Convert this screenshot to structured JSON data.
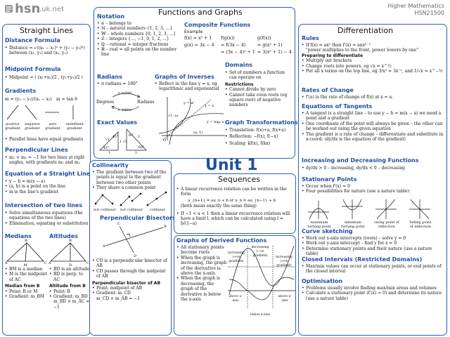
{
  "header": {
    "logo_text": "hsn",
    "logo_domain": ".uk.net",
    "title": "Higher Mathematics",
    "code": "HSN21500",
    "unit_label": "Unit 1"
  },
  "straight_lines": {
    "title": "Straight Lines",
    "distance_title": "Distance Formula",
    "distance_text": "Distance = √((x₂ − x₁)² + (y₂ − y₁)²)",
    "distance_sub": "between (x₁, y₁) and (x₂, y₂)",
    "midpoint_title": "Midpoint Formula",
    "midpoint_text": "Midpoint = ( (x₁+x₂)/2 , (y₁+y₂)/2 )",
    "gradients_title": "Gradients",
    "gradient_formula": "m = (y₂ − y₁)/(x₂ − x₁)",
    "gradient_tan": "m = tan θ",
    "gradient_types": [
      "positive gradient",
      "negative gradient",
      "zero gradient",
      "undefined gradient"
    ],
    "parallel": "Parallel lines have equal gradients",
    "perp_title": "Perpendicular Lines",
    "perp_text": "m₁ × m₂ = −1 for two lines at right angles, with gradients m₁ and m₂",
    "eq_title": "Equation of a Straight Line",
    "eq_items": [
      "y − b = m(x − a)",
      "(a, b) is a point on the line",
      "m is the line's gradient"
    ],
    "int_title": "Intersection of two lines",
    "int_items": [
      "Solve simultaneous equations (the equations of the two lines)",
      "Elimination, equating or substitution"
    ],
    "medians_title": "Medians",
    "altitudes_title": "Altitudes",
    "medians_items": [
      "BM is a median",
      "M is the midpoint of AC"
    ],
    "altitudes_items": [
      "BD is an altitude",
      "BD is perp. to AC"
    ],
    "median_from_b": "Median from B",
    "median_from_b_items": [
      "Point: B or M",
      "Gradient: m_BM"
    ],
    "altitude_from_b": "Altitude from B",
    "altitude_from_b_items": [
      "Point: B",
      "Gradient: m_BD",
      "m_BD × m_AC = −1"
    ]
  },
  "notation": {
    "title": "Notation",
    "items": [
      "∈ – belongs to",
      "ℕ – natural numbers {1, 2, 3, ...}",
      "𝕎 – whole numbers {0, 1, 2, 3, ...}",
      "ℤ – integers {..., −1, 0, 1, 2, ...}",
      "ℚ – rational = integer fractions",
      "ℝ – real = all points on the number line"
    ]
  },
  "functions_graphs": {
    "title": "Functions and Graphs",
    "composite_title": "Composite Functions",
    "example_label": "Example",
    "composite_rows": [
      [
        "f(x) = x² + 1",
        "f(g(x))",
        "g(f(x))"
      ],
      [
        "g(x) = 3x − 4",
        "= f(3x − 4)",
        "= g(x² + 1)"
      ],
      [
        "",
        "= (3x − 4)² + 1",
        "= 3(x² + 1) − 4"
      ]
    ],
    "domains_title": "Domains",
    "domains_items": [
      "Set of numbers a function can operate on"
    ],
    "restrictions_label": "Restrictions",
    "restrictions_items": [
      "Cannot divide by zero",
      "Cannot take even roots (eg square root) of negative numbers"
    ],
    "radians_title": "Radians",
    "radians_text": "π radians = 180°",
    "degrees_label": "Degrees",
    "radians_label": "Radians",
    "radians_mult": "× π/180",
    "radians_div": "× 180/π",
    "inverse_title": "Graphs of Inverses",
    "inverse_text": "Reflect in the line y = x, eg logarithmic and exponential",
    "inverse_labels": [
      "y = aˣ",
      "y = x",
      "y = logₐ x",
      "(1, a)",
      "(a, 1)"
    ],
    "exact_title": "Exact Values",
    "exact_labels": [
      "45°",
      "45°",
      "30°",
      "60°",
      "√2",
      "1",
      "1",
      "2",
      "√3",
      "1"
    ],
    "transform_title": "Graph Transformations",
    "transform_items": [
      "Translation: f(x)+a, f(x+a)",
      "Reflection: −f(x), f(−x)",
      "Scaling: kf(x), f(kx)"
    ]
  },
  "collinearity": {
    "title": "Collinearity",
    "items": [
      "The gradient between two of the points is equal to the gradient between two other points",
      "They share a common point"
    ],
    "captions": [
      "not collinear",
      "not collinear",
      "collinear"
    ]
  },
  "perp_bisectors": {
    "title": "Perpendicular Bisectors",
    "items": [
      "CD is a perpendicular bisector of AB",
      "CD passes through the midpoint of AB"
    ],
    "sub_title": "Perpendicular bisector of AB",
    "sub_items": [
      "Point: midpoint of AB",
      "Gradient: m_CD",
      "m_CD × m_AB = −1"
    ]
  },
  "sequences": {
    "title": "Sequences",
    "items": [
      "A linear recurrence relation can be written in the form",
      "If −1 < a < 1 then a linear recurrence relation will have a limit l, which can be calculated using l = b/(1−a)"
    ],
    "form": "u_{n+1} = au_n + b    or    u_n = au_{n−1} + b",
    "form_note": "(both mean exactly the same thing)"
  },
  "derived_graphs": {
    "title": "Graphs of Derived Functions",
    "items": [
      "All stationary points become roots",
      "When the graph is increasing, the graph of the derivative is above the x-axis",
      "When the graph is decreasing, the graph of the derivative is below the x-axis"
    ],
    "labels": [
      "increasing (+ve gradient)",
      "decreasing (−ve gradient)",
      "increasing (+ve gradient)",
      "above x-axis",
      "below x-axis",
      "above x-axis"
    ]
  },
  "differentiation": {
    "title": "Differentiation",
    "rules_title": "Rules",
    "rules_items": [
      "If f(x) = axⁿ then f′(x) = anxⁿ⁻¹",
      "\"power multiplies to the front, power lowers by one\""
    ],
    "prep_title": "Preparing to differentiate",
    "prep_items": [
      "Multiply out brackets",
      "Change roots into powers, eg √x = x^½",
      "Put all x terms on the top line, eg 3/x² = 3x⁻², and 1/√x = x^−½"
    ],
    "rate_title": "Rates of Change",
    "rate_items": [
      "f′(a) is the rate of change of f(x) at x = a."
    ],
    "tangent_title": "Equations of Tangents",
    "tangent_items": [
      "A tangent is a straight line – to use y − b = m(x − a) we need a point and a gradient",
      "One coordinate of the point will always be given – the other can be worked out using the given equation",
      "The gradient is a rate of change – differentiate and substitute in x-coord. (dy/dx is the equation of the gradient)"
    ],
    "incdec_title": "Increasing and Decreasing Functions",
    "incdec_text": "dy/dx > 0 – increasing,   dy/dx < 0 – decreasing",
    "stat_title": "Stationary Points",
    "stat_items": [
      "Occur when f′(x) = 0",
      "Four possibilities for nature (use a nature table):"
    ],
    "stat_types": [
      "maximum turning point",
      "minimum turning point",
      "rising point of inflection",
      "falling point of inflection"
    ],
    "sketch_title": "Curve sketching",
    "sketch_items": [
      "Work out x-axis intercepts (roots) – solve y = 0",
      "Work out y-axis intercept – find y for x = 0",
      "Determine stationary points and their nature (use a nature table)"
    ],
    "closed_title": "Closed Intervals (Restricted Domains)",
    "closed_items": [
      "Max/min values can occur at stationary points, or end points of the closed interval"
    ],
    "opt_title": "Optimisation",
    "opt_items": [
      "Problems usually involve finding max/min areas and volumes",
      "Calculate a stationary point (f′(x) = 0) and determine its nature (use a nature table)"
    ]
  }
}
